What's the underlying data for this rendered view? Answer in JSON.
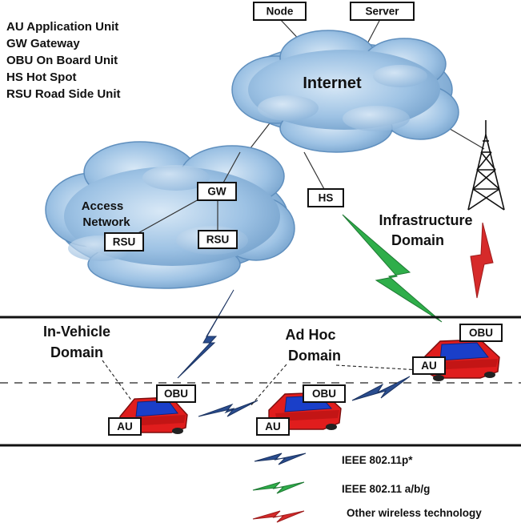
{
  "abbreviations": [
    "AU Application Unit",
    "GW Gateway",
    "OBU On Board Unit",
    "HS Hot Spot",
    "RSU Road Side Unit"
  ],
  "clouds": {
    "internet": "Internet",
    "access_line1": "Access",
    "access_line2": "Network"
  },
  "boxes": {
    "node": "Node",
    "server": "Server",
    "gw": "GW",
    "rsu_left": "RSU",
    "rsu_right": "RSU",
    "hs": "HS",
    "obu_left": "OBU",
    "au_left": "AU",
    "obu_center": "OBU",
    "au_center": "AU",
    "obu_right": "OBU",
    "au_right": "AU"
  },
  "domains": {
    "infra_line1": "Infrastructure",
    "infra_line2": "Domain",
    "invehicle_line1": "In-Vehicle",
    "invehicle_line2": "Domain",
    "adhoc_line1": "Ad Hoc",
    "adhoc_line2": "Domain"
  },
  "legend": [
    {
      "label": "IEEE 802.11p*",
      "color": "#2a4d8f"
    },
    {
      "label": "IEEE 802.11 a/b/g",
      "color": "#2fae4a"
    },
    {
      "label": "Other wireless technology",
      "color": "#d62a2a"
    }
  ],
  "colors": {
    "cloud_fill": "#8fb8df",
    "cloud_light": "#cfe2f3",
    "car_body": "#e01d1d",
    "car_stripe": "#1a3fc9"
  }
}
